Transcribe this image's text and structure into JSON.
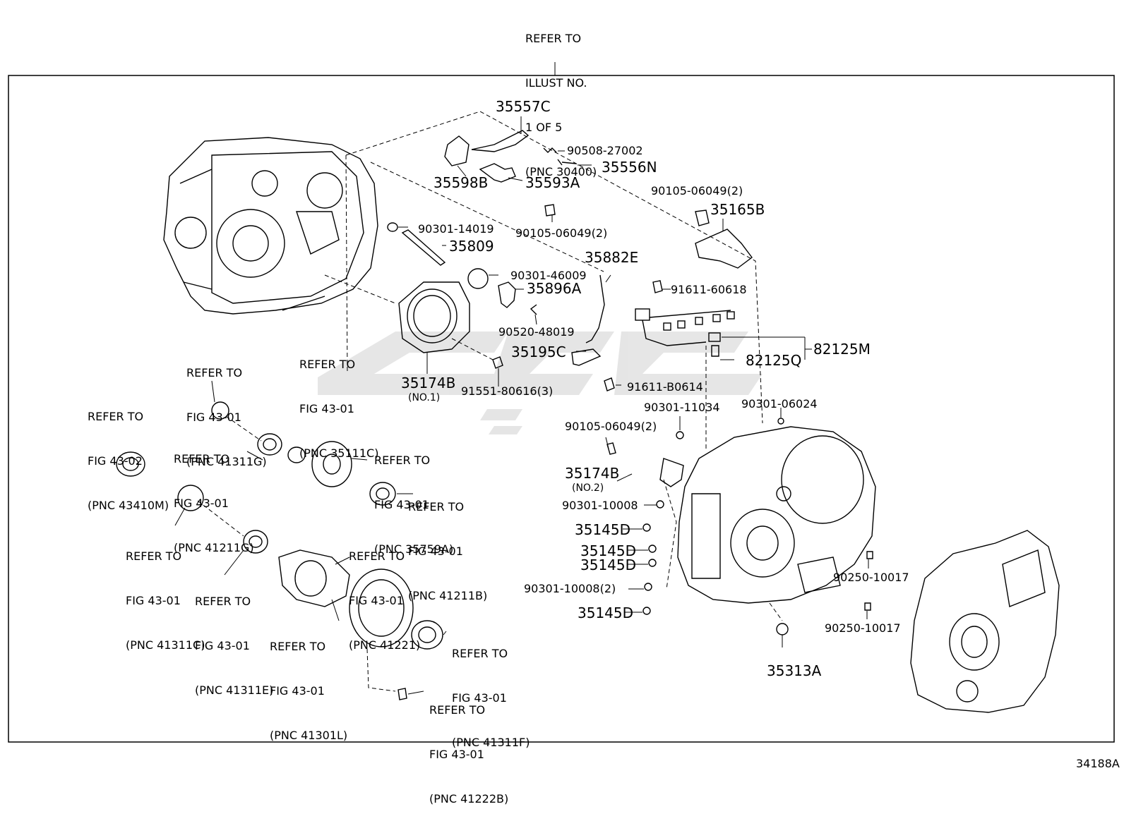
{
  "top_refer": [
    "REFER TO",
    "ILLUST NO.",
    "1 OF 5",
    "(PNC 30400)"
  ],
  "illustration_code": "34188A",
  "parts": {
    "p35557C": "35557C",
    "p90508": "90508-27002",
    "p35556N": "35556N",
    "p35598B": "35598B",
    "p35593A": "35593A",
    "p90105_top": "90105-06049(2)",
    "p90301_14019": "90301-14019",
    "p35809": "35809",
    "p90301_46009": "90301-46009",
    "p35896A": "35896A",
    "p90520": "90520-48019",
    "p35195C": "35195C",
    "p35174B_1": "35174B",
    "p35174B_1_sub": "(NO.1)",
    "p91551": "91551-80616(3)",
    "p35882E": "35882E",
    "p90105_right": "90105-06049(2)",
    "p35165B": "35165B",
    "p91611_60618": "91611-60618",
    "p82125M": "82125M",
    "p82125Q": "82125Q",
    "p91611_B0614": "91611-B0614",
    "p90301_11034": "90301-11034",
    "p90301_06024": "90301-06024",
    "p90105_mid": "90105-06049(2)",
    "p35174B_2": "35174B",
    "p35174B_2_sub": "(NO.2)",
    "p90301_10008": "90301-10008",
    "p35145D_1": "35145D",
    "p35145D_2": "35145D",
    "p35145D_3": "35145D",
    "p90301_10008_2": "90301-10008(2)",
    "p35145D_4": "35145D",
    "p90250_1": "90250-10017",
    "p90250_2": "90250-10017",
    "p35313A": "35313A"
  },
  "refs": {
    "r35111C": [
      "REFER TO",
      "FIG 43-01",
      "(PNC 35111C)"
    ],
    "r41311G": [
      "REFER TO",
      "FIG 43-01",
      "(PNC 41311G)"
    ],
    "r43410M": [
      "REFER TO",
      "FIG 43-02",
      "(PNC 43410M)"
    ],
    "r41211G": [
      "REFER TO",
      "FIG 43-01",
      "(PNC 41211G)"
    ],
    "r35759A": [
      "REFER TO",
      "FIG 43-01",
      "(PNC 35759A)"
    ],
    "r41211B": [
      "REFER TO",
      "FIG 43-01",
      "(PNC 41211B)"
    ],
    "r41311C": [
      "REFER TO",
      "FIG 43-01",
      "(PNC 41311C)"
    ],
    "r41221": [
      "REFER TO",
      "FIG 43-01",
      "(PNC 41221)"
    ],
    "r41311E": [
      "REFER TO",
      "FIG 43-01",
      "(PNC 41311E)"
    ],
    "r41301L": [
      "REFER TO",
      "FIG 43-01",
      "(PNC 41301L)"
    ],
    "r41311F": [
      "REFER TO",
      "FIG 43-01",
      "(PNC 41311F)"
    ],
    "r41222B": [
      "REFER TO",
      "FIG 43-01",
      "(PNC 41222B)"
    ]
  }
}
